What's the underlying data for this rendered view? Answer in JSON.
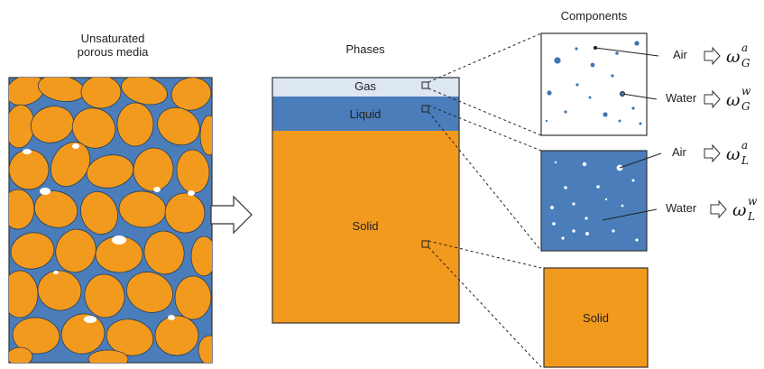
{
  "labels": {
    "porous_title_line1": "Unsaturated",
    "porous_title_line2": "porous media",
    "phases_title": "Phases",
    "components_title": "Components",
    "phase_gas": "Gas",
    "phase_liquid": "Liquid",
    "phase_solid": "Solid",
    "gas_air": "Air",
    "gas_water": "Water",
    "liquid_air": "Air",
    "liquid_water": "Water",
    "solid_box": "Solid"
  },
  "math": {
    "gas_air": {
      "symbol": "ω",
      "sup": "a",
      "sub": "G"
    },
    "gas_water": {
      "symbol": "ω",
      "sup": "w",
      "sub": "G"
    },
    "liquid_air": {
      "symbol": "ω",
      "sup": "a",
      "sub": "L"
    },
    "liquid_water": {
      "symbol": "ω",
      "sup": "w",
      "sub": "L"
    }
  },
  "colors": {
    "solid": "#F29A1E",
    "liquid": "#4A7DBA",
    "gas": "#DCE7F2",
    "bubble": "#FFFFFF",
    "gas_dot": "#3F74B3",
    "outline": "#333333"
  }
}
